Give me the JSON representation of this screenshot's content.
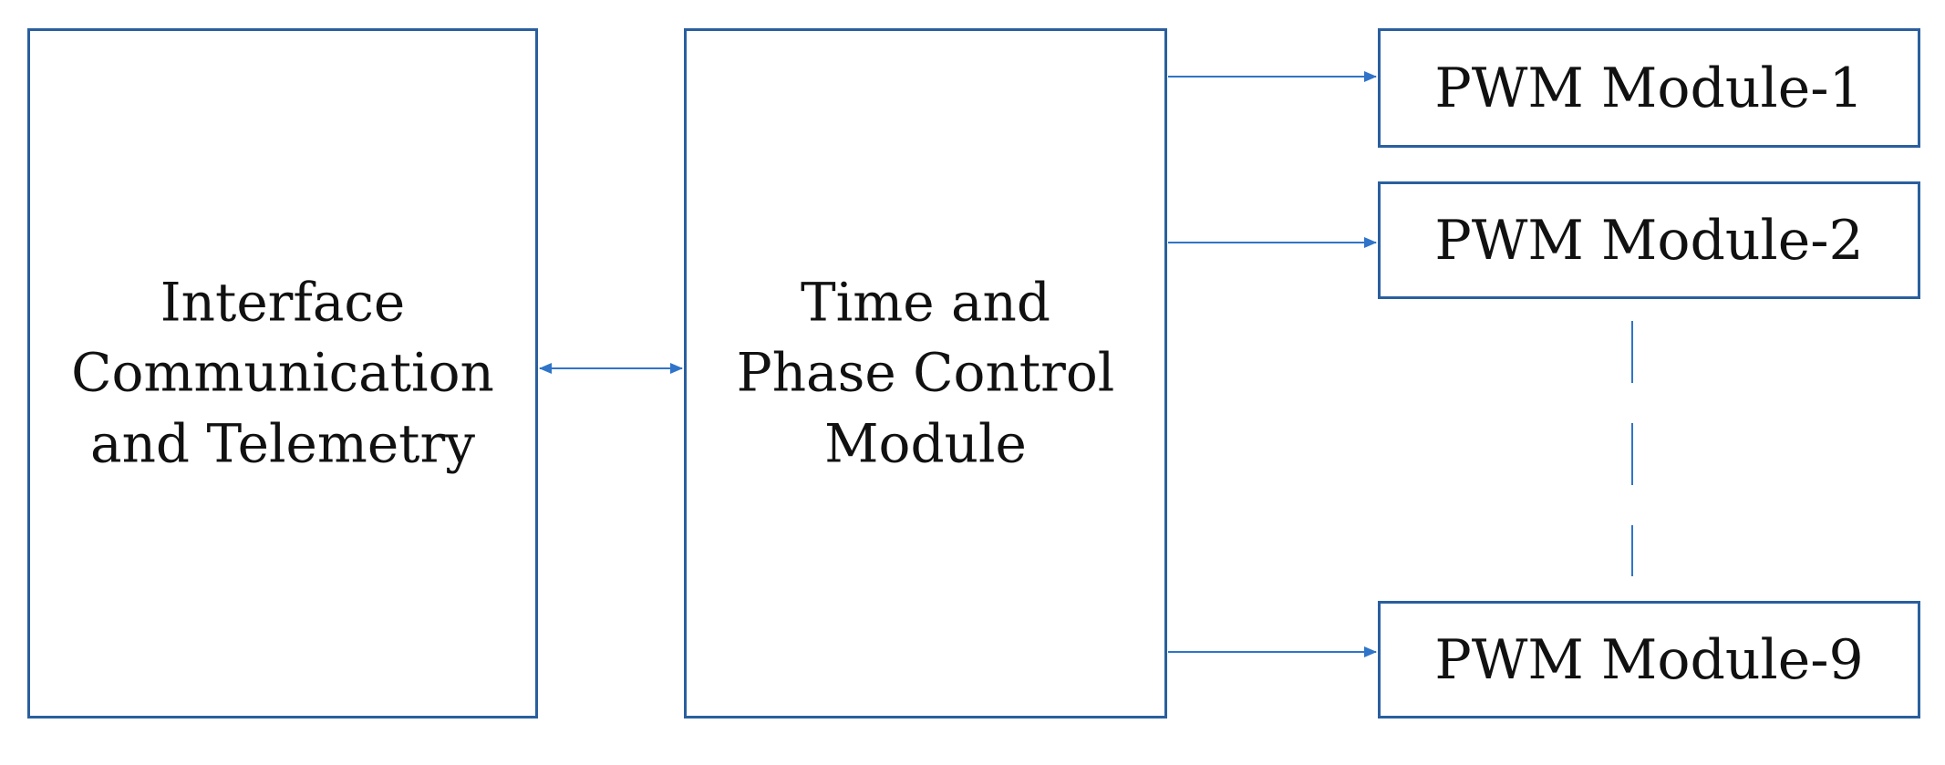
{
  "blocks": {
    "interface": {
      "label": "Interface\nCommunication\nand Telemetry"
    },
    "time_phase": {
      "label": "Time and\nPhase Control\nModule"
    },
    "pwm_1": {
      "label": "PWM Module-1"
    },
    "pwm_2": {
      "label": "PWM Module-2"
    },
    "pwm_9": {
      "label": "PWM Module-9"
    }
  },
  "colors": {
    "border": "#2a5f9e",
    "arrow": "#2f74c9",
    "text": "#111111"
  }
}
